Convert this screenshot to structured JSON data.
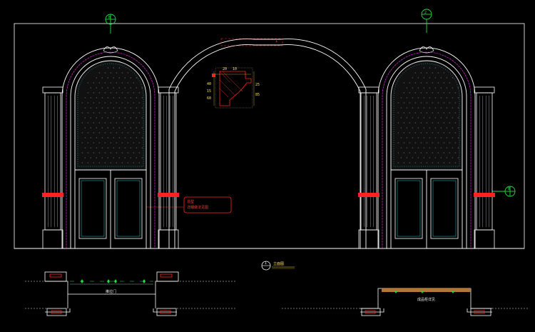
{
  "colors": {
    "background": "#000000",
    "outline": "#ffffff",
    "magenta": "#ff33ff",
    "cyan": "#33ffff",
    "red": "#ff2222",
    "green": "#22dd44",
    "yellow": "#ffdd33",
    "brown": "#b0773a",
    "grey": "#9aa0a6"
  },
  "icons": [
    "section-marker-icon-left",
    "section-marker-icon-right",
    "elevation-marker-icon-side",
    "view-title-marker-icon"
  ],
  "labels": {
    "marker_left": "B",
    "marker_right": "2",
    "marker_side": "B",
    "marker_view": "1",
    "view_title": "立面图",
    "callout_line1": "造型",
    "callout_line2": "详细做法见图",
    "arch_tag": "1",
    "section_left_note": "推拉门",
    "section_right_note": "成品柜详见",
    "profile_dims": [
      "20",
      "10",
      "40",
      "15",
      "60",
      "25",
      "85"
    ]
  }
}
